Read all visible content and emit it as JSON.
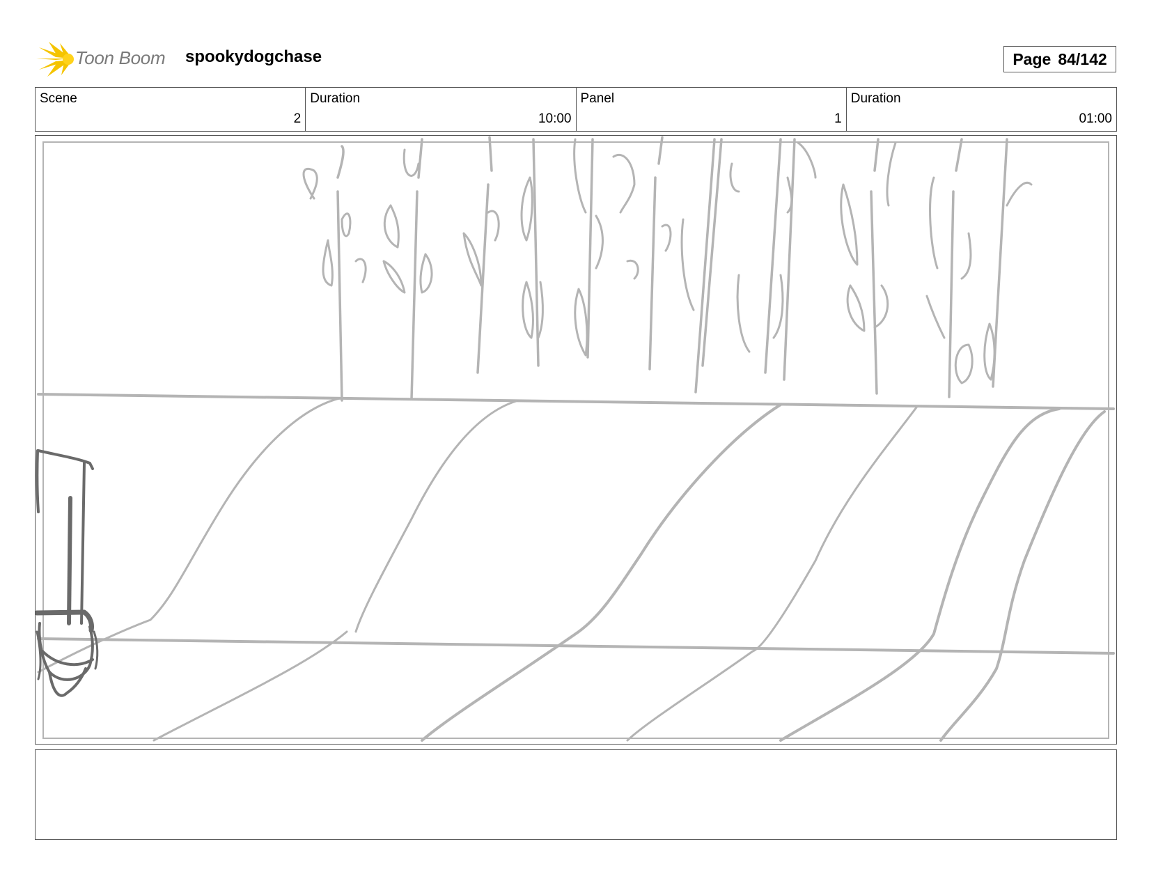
{
  "header": {
    "logo_text": "Toon Boom",
    "project_title": "spookydogchase",
    "page_label": "Page",
    "page_number": "84/142"
  },
  "info": [
    {
      "label": "Scene",
      "value": "2"
    },
    {
      "label": "Duration",
      "value": "10:00"
    },
    {
      "label": "Panel",
      "value": "1"
    },
    {
      "label": "Duration",
      "value": "01:00"
    }
  ],
  "colors": {
    "logo_accent": "#f5c400",
    "sketch_light": "#b4b4b4",
    "sketch_dark": "#6a6a6a"
  },
  "notes": ""
}
